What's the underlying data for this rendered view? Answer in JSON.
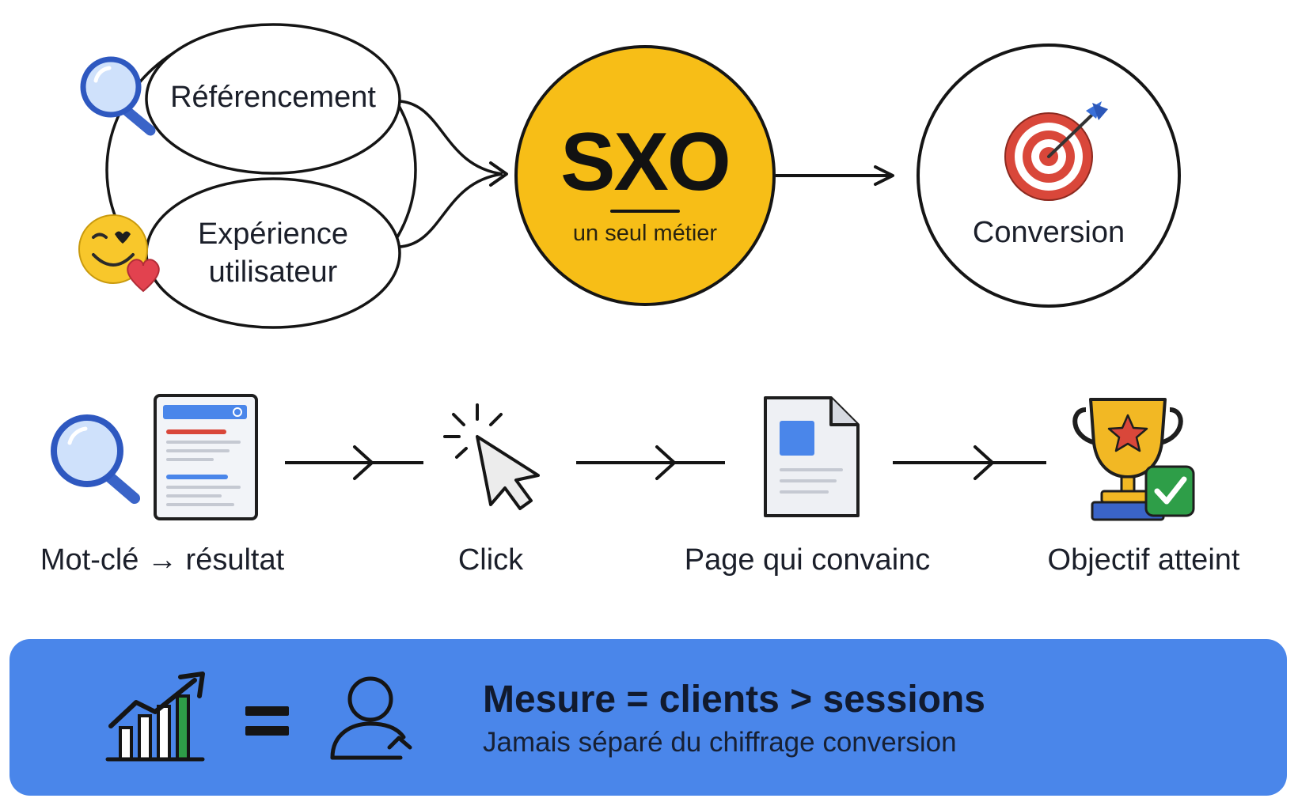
{
  "top": {
    "ellipse_top": "Référencement",
    "ellipse_bottom_line1": "Expérience",
    "ellipse_bottom_line2": "utilisateur",
    "sxo_title": "SXO",
    "sxo_subtitle": "un seul métier",
    "conversion": "Conversion"
  },
  "steps": [
    {
      "label": "Mot-clé → résultat",
      "icon": "magnifier-search-results-icon"
    },
    {
      "label": "Click",
      "icon": "cursor-click-icon"
    },
    {
      "label": "Page qui convainc",
      "icon": "document-page-icon"
    },
    {
      "label": "Objectif atteint",
      "icon": "trophy-check-icon"
    }
  ],
  "banner": {
    "title": "Mesure = clients > sessions",
    "subtitle": "Jamais séparé du chiffrage conversion",
    "icons": [
      "growth-chart-icon",
      "equals-icon",
      "user-icon"
    ]
  },
  "colors": {
    "yellow": "#F7BE17",
    "blue": "#4A86EA",
    "target_red": "#D9473A",
    "green": "#2E9E48"
  }
}
